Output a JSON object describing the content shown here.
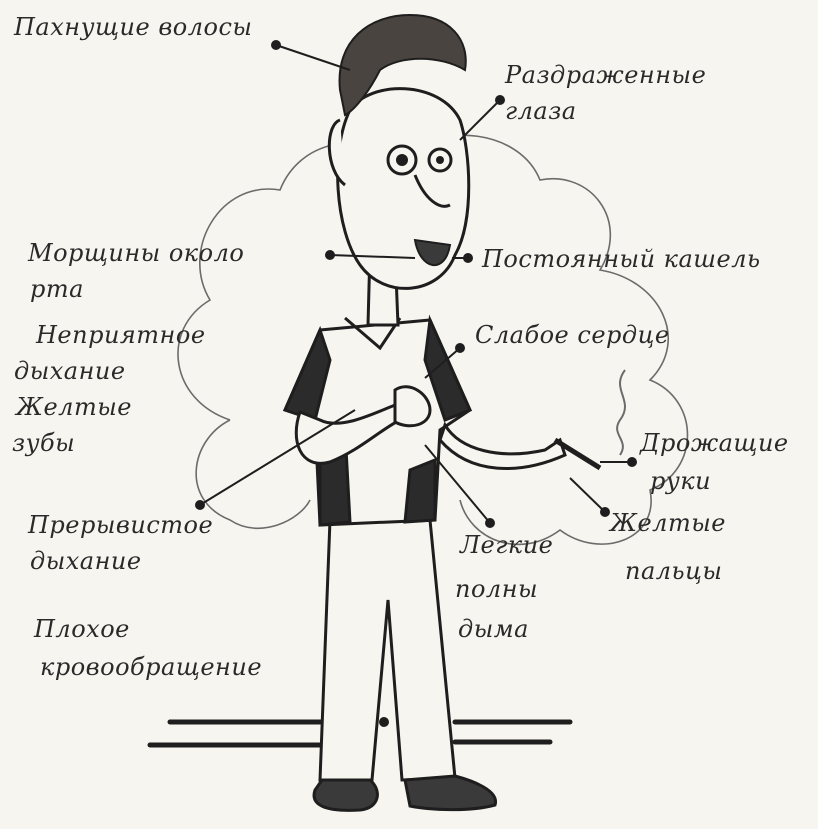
{
  "labels": {
    "smelly_hair": "Пахнущие волосы",
    "irritated_eyes_1": "Раздраженные",
    "irritated_eyes_2": "глаза",
    "wrinkles_1": "Морщины около",
    "wrinkles_2": "рта",
    "constant_cough": "Постоянный кашель",
    "bad_breath_1": "Неприятное",
    "bad_breath_2": "дыхание",
    "weak_heart": "Слабое сердце",
    "yellow_teeth_1": "Желтые",
    "yellow_teeth_2": "зубы",
    "shaking_hands_1": "Дрожащие",
    "shaking_hands_2": "руки",
    "intermittent_breath_1": "Прерывистое",
    "intermittent_breath_2": "дыхание",
    "lungs_1": "Легкие",
    "lungs_2": "полны",
    "lungs_3": "дыма",
    "yellow_fingers_1": "Желтые",
    "yellow_fingers_2": "пальцы",
    "bad_circulation_1": "Плохое",
    "bad_circulation_2": "кровообращение"
  },
  "colors": {
    "ink": "#1e1e1e",
    "paper": "#f7f5ef",
    "hair": "#4a4440",
    "shirt_dark": "#2b2b2b"
  }
}
